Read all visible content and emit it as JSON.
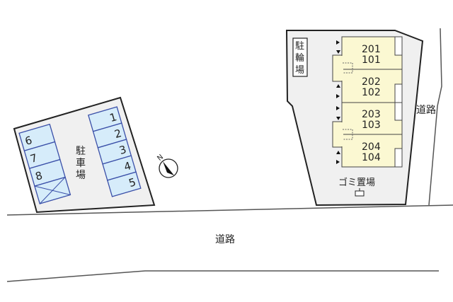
{
  "parking": {
    "label": [
      "駐",
      "車",
      "場"
    ],
    "right_stalls": [
      "1",
      "2",
      "3",
      "4",
      "5"
    ],
    "left_stalls": [
      "6",
      "7",
      "8"
    ]
  },
  "compass": {
    "label": "N"
  },
  "roads": {
    "main": "道路",
    "side": "道路"
  },
  "bicycle_parking": {
    "label": [
      "駐",
      "輪",
      "場"
    ]
  },
  "units": [
    {
      "upper": "201",
      "lower": "101"
    },
    {
      "upper": "202",
      "lower": "102"
    },
    {
      "upper": "203",
      "lower": "103"
    },
    {
      "upper": "204",
      "lower": "104"
    }
  ],
  "garbage": {
    "label": "ゴミ置場"
  },
  "colors": {
    "stall": "#d6ecfa",
    "stall_border": "#3a4fa8",
    "unit": "#fbf8d2",
    "lot": "#f0f0f0"
  }
}
